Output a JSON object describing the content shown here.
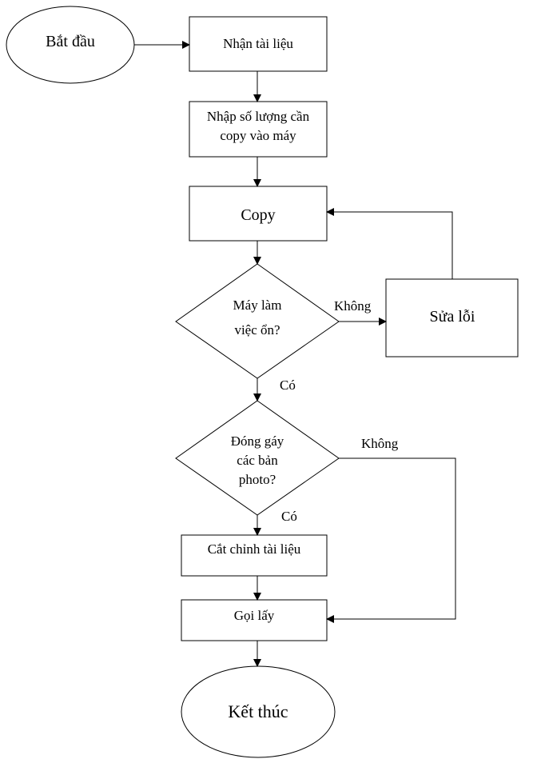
{
  "diagram": {
    "nodes": {
      "start": "Bắt đầu",
      "receive_docs": "Nhận tài liệu",
      "enter_qty_line1": "Nhập số lượng cần",
      "enter_qty_line2": "copy vào máy",
      "copy": "Copy",
      "machine_ok_line1": "Máy làm",
      "machine_ok_line2": "việc ổn?",
      "fix_error": "Sửa lỗi",
      "binding_line1": "Đóng gáy",
      "binding_line2": "các bản",
      "binding_line3": "photo?",
      "trim_docs": "Cắt chỉnh tài liệu",
      "call_pickup": "Gọi lấy",
      "end": "Kết thúc"
    },
    "edge_labels": {
      "machine_no": "Không",
      "machine_yes": "Có",
      "binding_no": "Không",
      "binding_yes": "Có"
    }
  }
}
